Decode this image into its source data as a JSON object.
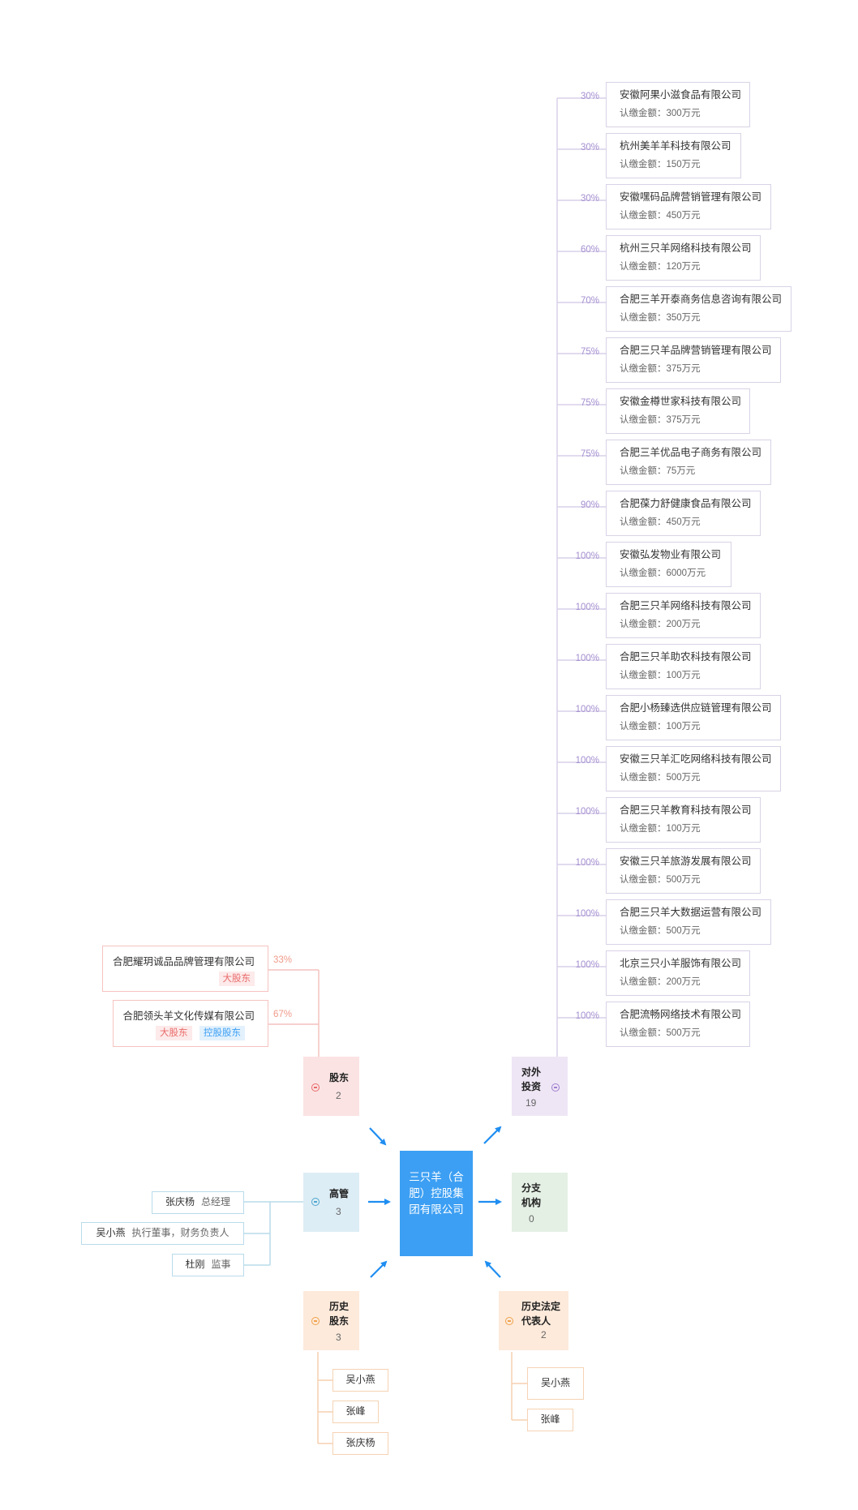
{
  "center": {
    "name": "三只羊（合肥）控股集团有限公司"
  },
  "categories": {
    "shareholders": {
      "label": "股东",
      "count": "2"
    },
    "investments": {
      "label": "对外投资",
      "count": "19"
    },
    "executives": {
      "label": "高管",
      "count": "3"
    },
    "branches": {
      "label": "分支机构",
      "count": "0"
    },
    "history_shareholders": {
      "label": "历史股东",
      "count": "3"
    },
    "history_legal_reps": {
      "label": "历史法定代表人",
      "count": "2"
    }
  },
  "amount_prefix": "认缴金额：",
  "investments": [
    {
      "name": "安徽阿果小滋食品有限公司",
      "pct": "30%",
      "amount": "认缴金额：300万元"
    },
    {
      "name": "杭州美羊羊科技有限公司",
      "pct": "30%",
      "amount": "认缴金额：150万元"
    },
    {
      "name": "安徽嘿码品牌营销管理有限公司",
      "pct": "30%",
      "amount": "认缴金额：450万元"
    },
    {
      "name": "杭州三只羊网络科技有限公司",
      "pct": "60%",
      "amount": "认缴金额：120万元"
    },
    {
      "name": "合肥三羊开泰商务信息咨询有限公司",
      "pct": "70%",
      "amount": "认缴金额：350万元"
    },
    {
      "name": "合肥三只羊品牌营销管理有限公司",
      "pct": "75%",
      "amount": "认缴金额：375万元"
    },
    {
      "name": "安徽金樽世家科技有限公司",
      "pct": "75%",
      "amount": "认缴金额：375万元"
    },
    {
      "name": "合肥三羊优品电子商务有限公司",
      "pct": "75%",
      "amount": "认缴金额：75万元"
    },
    {
      "name": "合肥葆力舒健康食品有限公司",
      "pct": "90%",
      "amount": "认缴金额：450万元"
    },
    {
      "name": "安徽弘发物业有限公司",
      "pct": "100%",
      "amount": "认缴金额：6000万元"
    },
    {
      "name": "合肥三只羊网络科技有限公司",
      "pct": "100%",
      "amount": "认缴金额：200万元"
    },
    {
      "name": "合肥三只羊助农科技有限公司",
      "pct": "100%",
      "amount": "认缴金额：100万元"
    },
    {
      "name": "合肥小杨臻选供应链管理有限公司",
      "pct": "100%",
      "amount": "认缴金额：100万元"
    },
    {
      "name": "安徽三只羊汇吃网络科技有限公司",
      "pct": "100%",
      "amount": "认缴金额：500万元"
    },
    {
      "name": "合肥三只羊教育科技有限公司",
      "pct": "100%",
      "amount": "认缴金额：100万元"
    },
    {
      "name": "安徽三只羊旅游发展有限公司",
      "pct": "100%",
      "amount": "认缴金额：500万元"
    },
    {
      "name": "合肥三只羊大数据运营有限公司",
      "pct": "100%",
      "amount": "认缴金额：500万元"
    },
    {
      "name": "北京三只小羊服饰有限公司",
      "pct": "100%",
      "amount": "认缴金额：200万元"
    },
    {
      "name": "合肥流畅网络技术有限公司",
      "pct": "100%",
      "amount": "认缴金额：500万元"
    }
  ],
  "shareholders": [
    {
      "name": "合肥耀玥诚品品牌管理有限公司",
      "pct": "33%",
      "tags": [
        "大股东"
      ]
    },
    {
      "name": "合肥领头羊文化传媒有限公司",
      "pct": "67%",
      "tags": [
        "大股东",
        "控股股东"
      ]
    }
  ],
  "executives": [
    {
      "name": "张庆杨",
      "role": "总经理"
    },
    {
      "name": "吴小燕",
      "role": "执行董事，财务负责人"
    },
    {
      "name": "杜刚",
      "role": "监事"
    }
  ],
  "history_shareholders": [
    "吴小燕",
    "张峰",
    "张庆杨"
  ],
  "history_legal_reps": [
    "吴小燕",
    "张峰"
  ],
  "colors": {
    "center": "#3c9ff3",
    "shareholder": "#fbe3e3",
    "investment": "#eee6f5",
    "executive": "#ddedf5",
    "branch": "#e5f0e5",
    "history": "#fdeadb",
    "arrow": "#1f8ef1"
  }
}
